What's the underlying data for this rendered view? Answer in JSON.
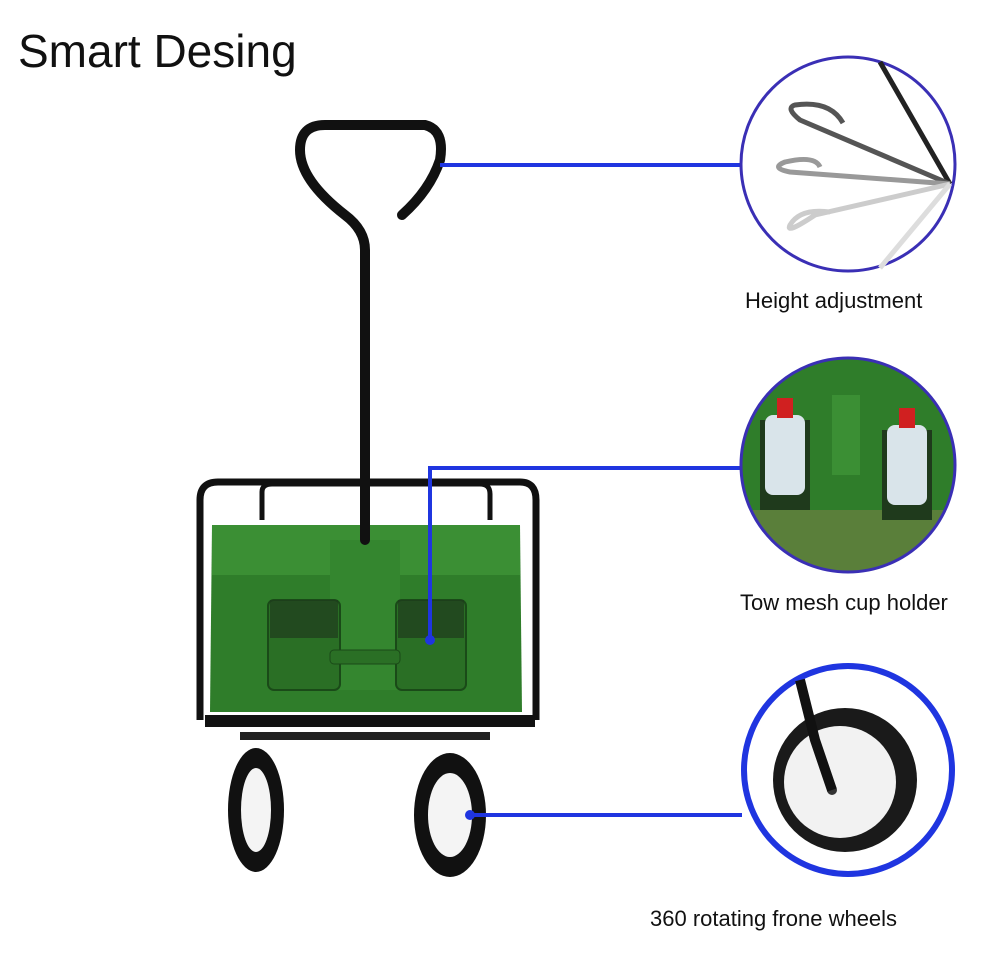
{
  "title": "Smart Desing",
  "features": [
    {
      "label": "Height adjustment"
    },
    {
      "label": "Tow mesh cup holder"
    },
    {
      "label": "360 rotating frone wheels"
    }
  ],
  "colors": {
    "accent": "#1f35e0",
    "circle": "#3a2fb5",
    "fabric": "#2f7d2a",
    "frame": "#111111"
  }
}
